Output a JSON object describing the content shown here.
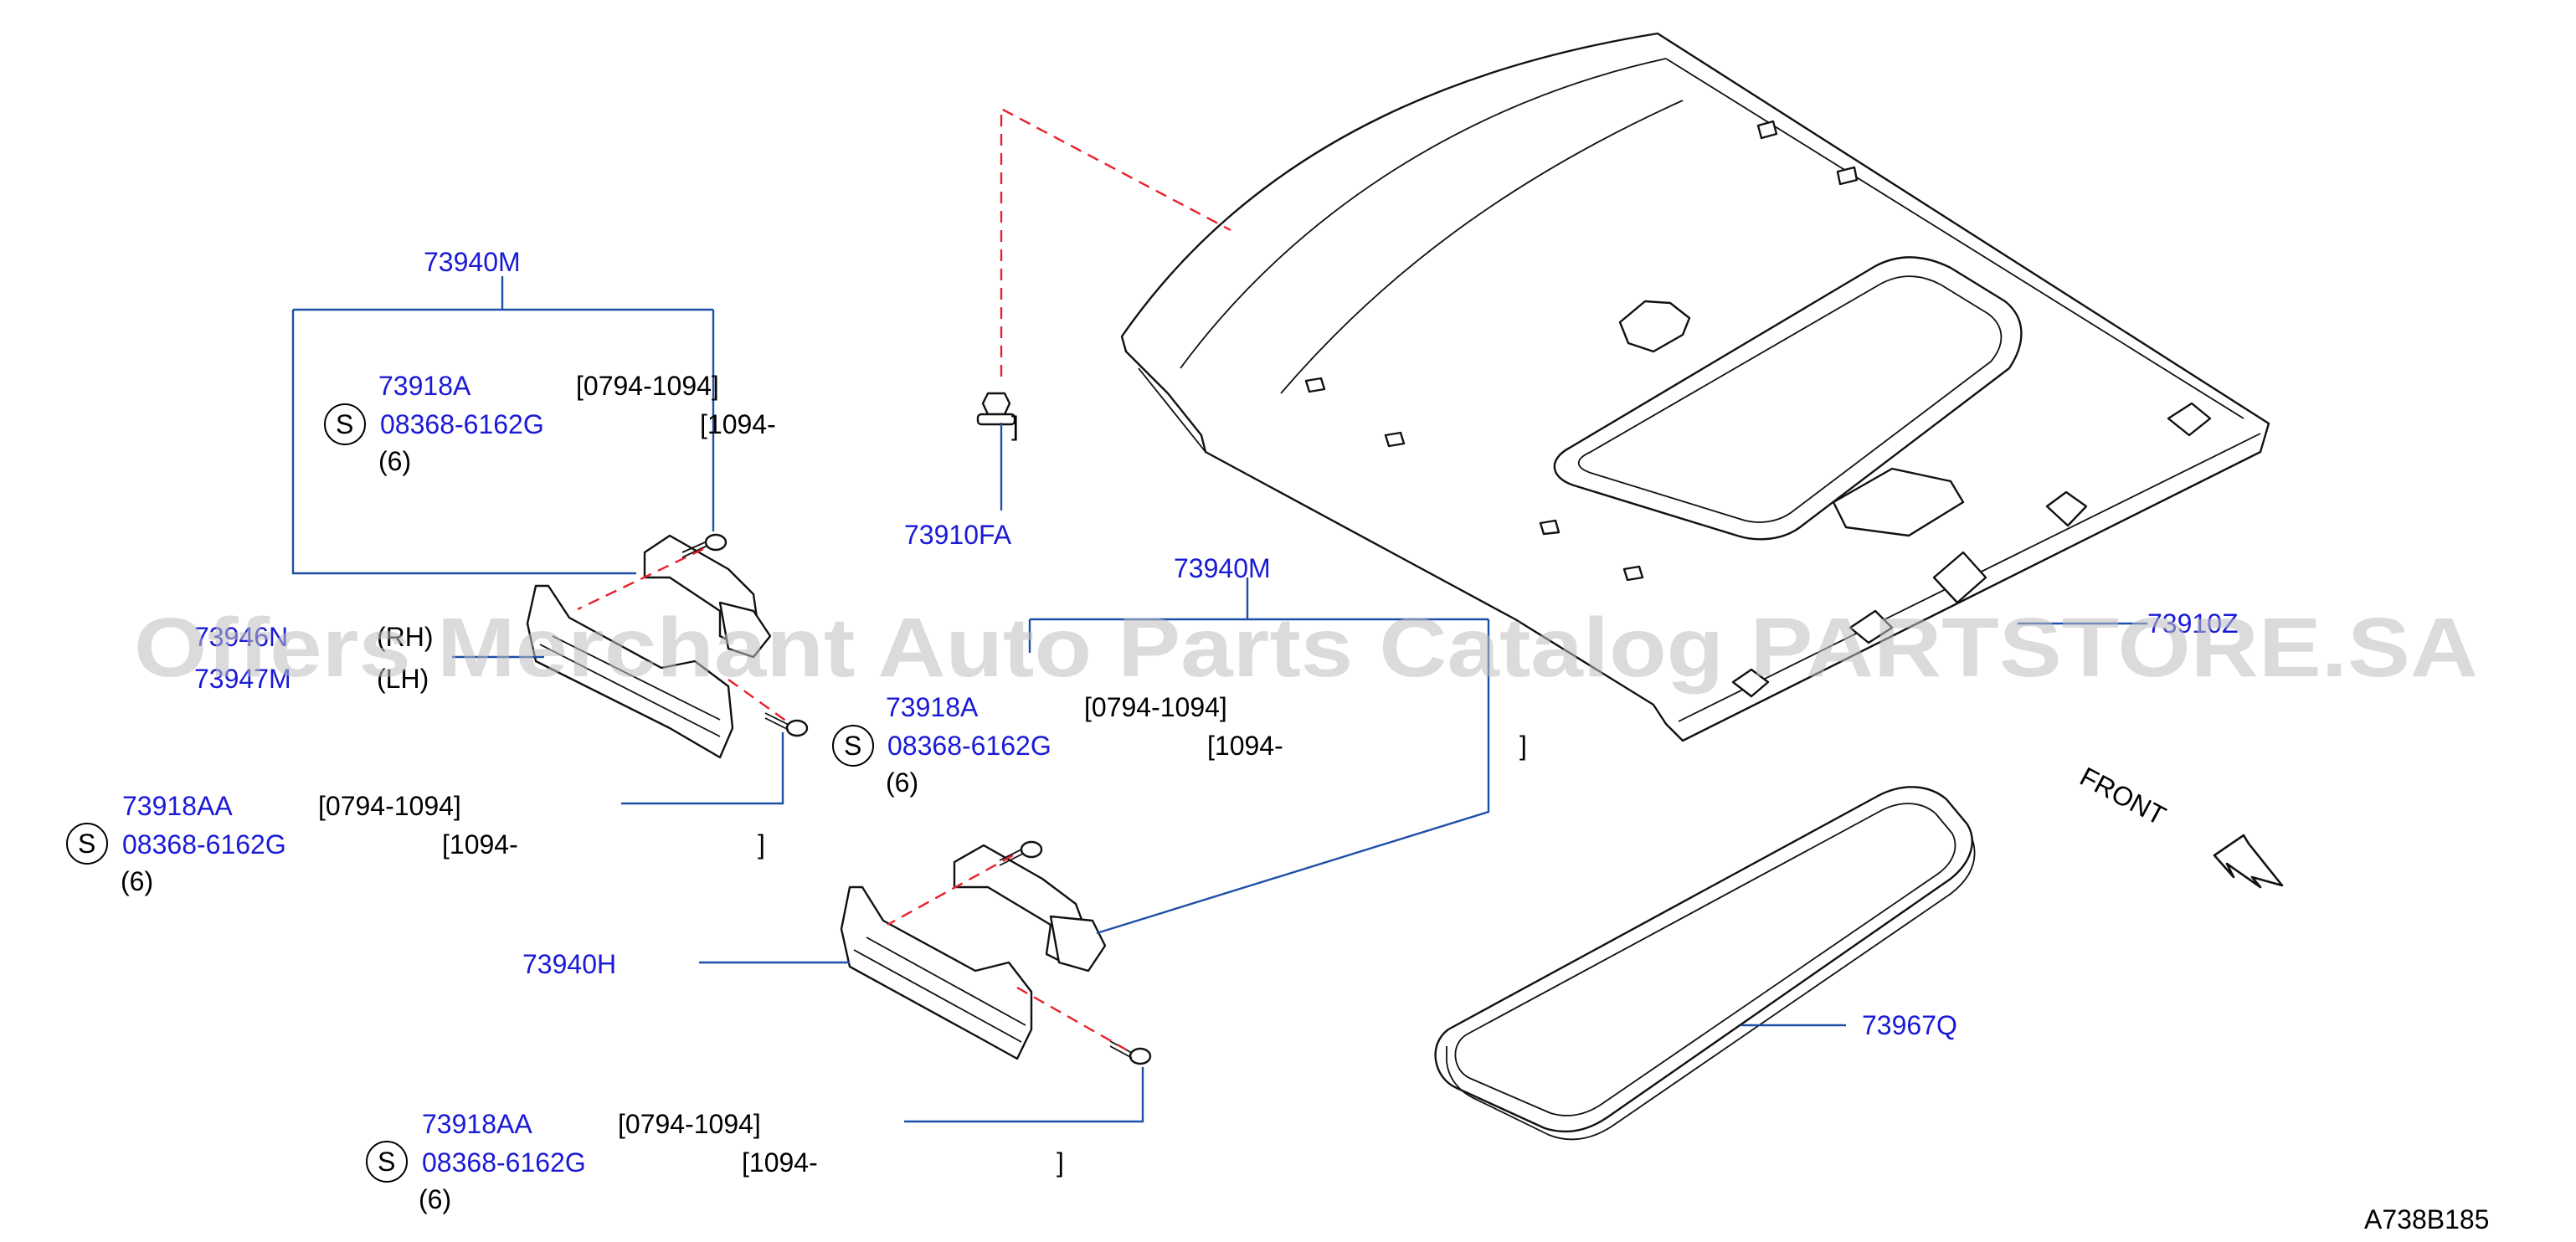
{
  "diagram_id": "A738B185",
  "watermark": "Offers Merchant Auto Parts Catalog PARTSTORE.SA",
  "front_label": "FRONT",
  "colors": {
    "part_number": "#1a1ad6",
    "leader": "#1e4fa8",
    "dash": "#e8202a"
  },
  "callouts": {
    "c1_group": "73940M",
    "c1_part_a": "73918A",
    "c1_range_a": "[0794-1094]",
    "c1_symbol": "S",
    "c1_part_b": "08368-6162G",
    "c1_range_b": "[1094-",
    "c1_qty": "(6)",
    "c2_part": "73910FA",
    "c3_part_rh": "73946N",
    "c3_side_rh": "(RH)",
    "c3_part_lh": "73947M",
    "c3_side_lh": "(LH)",
    "c4_group": "73940M",
    "c4_part_a": "73918A",
    "c4_range_a": "[0794-1094]",
    "c4_symbol": "S",
    "c4_part_b": "08368-6162G",
    "c4_range_b": "[1094-",
    "c4_close": "]",
    "c4_qty": "(6)",
    "c5_part_a": "73918AA",
    "c5_range_a": "[0794-1094]",
    "c5_symbol": "S",
    "c5_part_b": "08368-6162G",
    "c5_range_b": "[1094-",
    "c5_close": "]",
    "c5_qty": "(6)",
    "c6_part": "73940H",
    "c7_part_a": "73918AA",
    "c7_range_a": "[0794-1094]",
    "c7_symbol": "S",
    "c7_part_b": "08368-6162G",
    "c7_range_b": "[1094-",
    "c7_close": "]",
    "c7_qty": "(6)",
    "c8_part": "73967Q",
    "c9_part": "73910Z"
  }
}
